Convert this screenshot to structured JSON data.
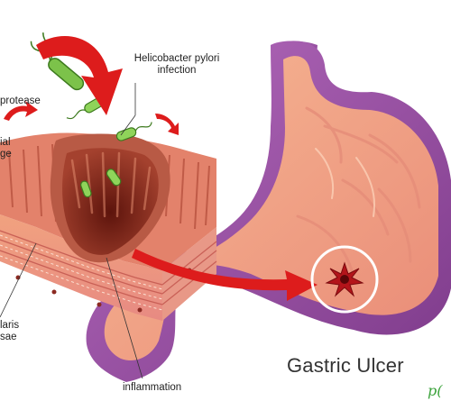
{
  "diagram": {
    "title": "Gastric Ulcer",
    "labels": {
      "hp_line1": "Helicobacter pylori",
      "hp_line2": "infection",
      "protease": "protease",
      "epithelial_line1": "ial",
      "epithelial_line2": "ge",
      "muscularis_line1": "laris",
      "muscularis_line2": "sae",
      "inflammation": "inflammation"
    },
    "logo_text": "p(",
    "colors": {
      "stomach_outer": "#9d4fa6",
      "stomach_inner": "#f0a07e",
      "tissue_top": "#e3826b",
      "crater": "#7e2418",
      "arrow_red": "#dd1c1c",
      "bacteria": "#7cc24a",
      "ulcer_ring": "#ffffff",
      "ulcer_star": "#b3141a"
    },
    "icons": [
      "bacteria-icon",
      "ulcer-icon"
    ]
  }
}
